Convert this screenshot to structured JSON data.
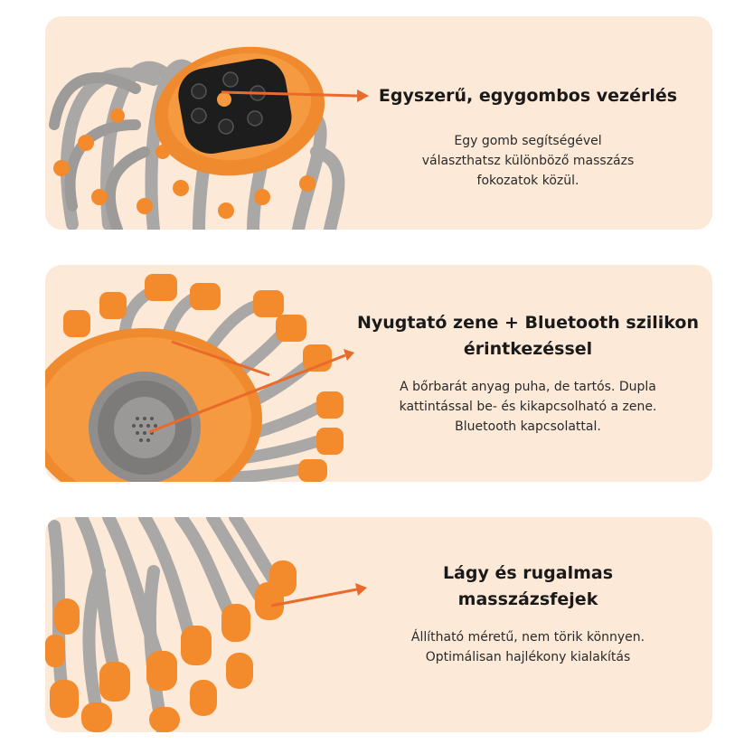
{
  "features": [
    {
      "title": "Egyszerű, egygombos vezérlés",
      "description": "Egy gomb segítségével választhatsz különböző masszázs fokozatok közül.",
      "photo_icon": "massager-control-panel"
    },
    {
      "title": "Nyugtató zene + Bluetooth szilikon érintkezéssel",
      "description": "A bőrbarát anyag puha, de tartós. Dupla kattintással be- és kikapcsolható a zene. Bluetooth kapcsolattal.",
      "photo_icon": "massager-speaker"
    },
    {
      "title": "Lágy és rugalmas masszázsfejek",
      "description": "Állítható méretű, nem törik könnyen. Optimálisan hajlékony kialakítás",
      "photo_icon": "massager-silicone-heads"
    }
  ],
  "colors": {
    "card_background": "#fce9d8",
    "accent_orange": "#f38a2c",
    "arrow": "#ea6a2c",
    "prong_gray": "#a9a8a6"
  }
}
